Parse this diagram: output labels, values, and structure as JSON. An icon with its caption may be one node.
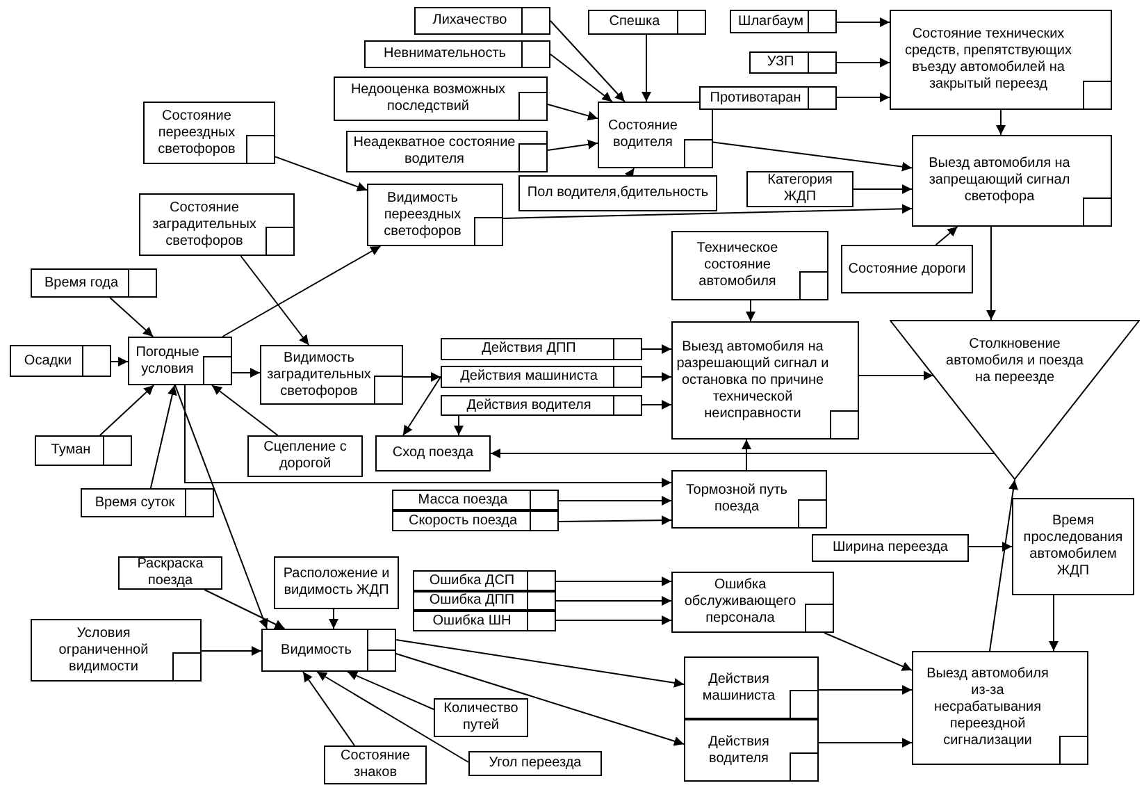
{
  "diagram": {
    "nodes": [
      {
        "text": [
          "Лихачество"
        ]
      },
      {
        "text": [
          "Невнимательность"
        ]
      },
      {
        "text": [
          "Недооценка возможных последствий"
        ]
      },
      {
        "text": [
          "Неадекватное состояние водителя"
        ]
      },
      {
        "text": [
          "Пол водителя,бдительность"
        ]
      },
      {
        "text": [
          "Спешка"
        ]
      },
      {
        "text": [
          "Состояние водителя"
        ]
      },
      {
        "text": [
          "Шлагбаум"
        ]
      },
      {
        "text": [
          "УЗП"
        ]
      },
      {
        "text": [
          "Противотаран"
        ]
      },
      {
        "text": [
          "Состояние технических средств, препятствующих въезду автомобилей на закрытый переезд"
        ]
      },
      {
        "text": [
          "Выезд автомобиля на запрещающий сигнал светофора"
        ]
      },
      {
        "text": [
          "Категория ЖДП"
        ]
      },
      {
        "text": [
          "Состояние переездных светофоров"
        ]
      },
      {
        "text": [
          "Видимость переездных светофоров"
        ]
      },
      {
        "text": [
          "Состояние заградительных светофоров"
        ]
      },
      {
        "text": [
          "Техническое состояние автомобиля"
        ]
      },
      {
        "text": [
          "Состояние дороги"
        ]
      },
      {
        "text": [
          "Время года"
        ]
      },
      {
        "text": [
          "Осадки"
        ]
      },
      {
        "text": [
          "Погодные условия"
        ]
      },
      {
        "text": [
          "Видимость заградительных светофоров"
        ]
      },
      {
        "text": [
          "Действия ДПП"
        ]
      },
      {
        "text": [
          "Действия машиниста"
        ]
      },
      {
        "text": [
          "Действия водителя"
        ]
      },
      {
        "text": [
          "Выезд автомобиля на разрешающий сигнал и остановка по причине технической неисправности"
        ]
      },
      {
        "text": [
          "Столкновение автомобиля и поезда на переезде"
        ]
      },
      {
        "text": [
          "Туман"
        ]
      },
      {
        "text": [
          "Сцепление с дорогой"
        ]
      },
      {
        "text": [
          "Сход поезда"
        ]
      },
      {
        "text": [
          "Время суток"
        ]
      },
      {
        "text": [
          "Масса поезда"
        ]
      },
      {
        "text": [
          "Скорость поезда"
        ]
      },
      {
        "text": [
          "Тормозной путь поезда"
        ]
      },
      {
        "text": [
          "Ширина переезда"
        ]
      },
      {
        "text": [
          "Время проследования автомобилем ЖДП"
        ]
      },
      {
        "text": [
          "Раскраска поезда"
        ]
      },
      {
        "text": [
          "Расположение и видимость ЖДП"
        ]
      },
      {
        "text": [
          "Ошибка ДСП"
        ]
      },
      {
        "text": [
          "Ошибка ДПП"
        ]
      },
      {
        "text": [
          "Ошибка ШН"
        ]
      },
      {
        "text": [
          "Ошибка обслуживающего персонала"
        ]
      },
      {
        "text": [
          "Условия ограниченной видимости"
        ]
      },
      {
        "text": [
          "Видимость"
        ]
      },
      {
        "text": [
          "Действия машиниста"
        ]
      },
      {
        "text": [
          "Действия водителя"
        ]
      },
      {
        "text": [
          "Выезд автомобиля из-за несрабатывания переездной сигнализации"
        ]
      },
      {
        "text": [
          "Количество путей"
        ]
      },
      {
        "text": [
          "Состояние знаков"
        ]
      },
      {
        "text": [
          "Угол переезда"
        ]
      }
    ],
    "edges": [
      {
        "from": 0,
        "to": 6,
        "arrow": "to"
      },
      {
        "from": 1,
        "to": 6,
        "arrow": "to"
      },
      {
        "from": 2,
        "to": 6,
        "arrow": "to"
      },
      {
        "from": 3,
        "to": 6,
        "arrow": "to"
      },
      {
        "from": 4,
        "to": 6,
        "arrow": "to"
      },
      {
        "from": 5,
        "to": 6,
        "arrow": "to"
      },
      {
        "from": 7,
        "to": 10,
        "arrow": "to"
      },
      {
        "from": 8,
        "to": 10,
        "arrow": "to"
      },
      {
        "from": 9,
        "to": 10,
        "arrow": "to"
      },
      {
        "from": 10,
        "to": 11,
        "arrow": "to"
      },
      {
        "from": 6,
        "to": 11,
        "arrow": "to"
      },
      {
        "from": 12,
        "to": 11,
        "arrow": "to"
      },
      {
        "from": 14,
        "to": 11,
        "arrow": "to"
      },
      {
        "from": 17,
        "to": 11,
        "arrow": "to"
      },
      {
        "from": 13,
        "to": 14,
        "arrow": "to"
      },
      {
        "from": 20,
        "to": 14,
        "arrow": "to"
      },
      {
        "from": 15,
        "to": 21,
        "arrow": "to"
      },
      {
        "from": 18,
        "to": 20,
        "arrow": "to"
      },
      {
        "from": 19,
        "to": 20,
        "arrow": "to"
      },
      {
        "from": 27,
        "to": 20,
        "arrow": "to"
      },
      {
        "from": 30,
        "to": 20,
        "arrow": "to"
      },
      {
        "from": 28,
        "to": 20,
        "arrow": "to"
      },
      {
        "from": 20,
        "to": 21,
        "arrow": "to"
      },
      {
        "from": 21,
        "to": 23,
        "arrow": "to"
      },
      {
        "from": 23,
        "to": 29,
        "arrow": "to"
      },
      {
        "from": 24,
        "to": 29,
        "arrow": "to"
      },
      {
        "from": 22,
        "to": 25,
        "arrow": "to"
      },
      {
        "from": 23,
        "to": 25,
        "arrow": "to"
      },
      {
        "from": 24,
        "to": 25,
        "arrow": "to"
      },
      {
        "from": 16,
        "to": 25,
        "arrow": "to"
      },
      {
        "from": 33,
        "to": 25,
        "arrow": "to"
      },
      {
        "from": 25,
        "to": 26,
        "arrow": "to"
      },
      {
        "from": 11,
        "to": 26,
        "arrow": "to"
      },
      {
        "from": 26,
        "to": 29,
        "arrow": "to"
      },
      {
        "from": 46,
        "to": 26,
        "arrow": "to"
      },
      {
        "from": 20,
        "to": 33,
        "arrow": "to"
      },
      {
        "from": 31,
        "to": 33,
        "arrow": "to"
      },
      {
        "from": 32,
        "to": 33,
        "arrow": "to"
      },
      {
        "from": 20,
        "to": 43,
        "arrow": "to"
      },
      {
        "from": 36,
        "to": 43,
        "arrow": "to"
      },
      {
        "from": 37,
        "to": 43,
        "arrow": "to"
      },
      {
        "from": 42,
        "to": 43,
        "arrow": "to"
      },
      {
        "from": 47,
        "to": 43,
        "arrow": "to"
      },
      {
        "from": 48,
        "to": 43,
        "arrow": "to"
      },
      {
        "from": 49,
        "to": 43,
        "arrow": "to"
      },
      {
        "from": 38,
        "to": 41,
        "arrow": "to"
      },
      {
        "from": 39,
        "to": 41,
        "arrow": "to"
      },
      {
        "from": 40,
        "to": 41,
        "arrow": "to"
      },
      {
        "from": 41,
        "to": 46,
        "arrow": "to"
      },
      {
        "from": 43,
        "to": 44,
        "arrow": "to"
      },
      {
        "from": 43,
        "to": 45,
        "arrow": "to"
      },
      {
        "from": 44,
        "to": 46,
        "arrow": "to"
      },
      {
        "from": 45,
        "to": 46,
        "arrow": "to"
      },
      {
        "from": 34,
        "to": 35,
        "arrow": "to"
      },
      {
        "from": 35,
        "to": 46,
        "arrow": "to"
      }
    ]
  }
}
